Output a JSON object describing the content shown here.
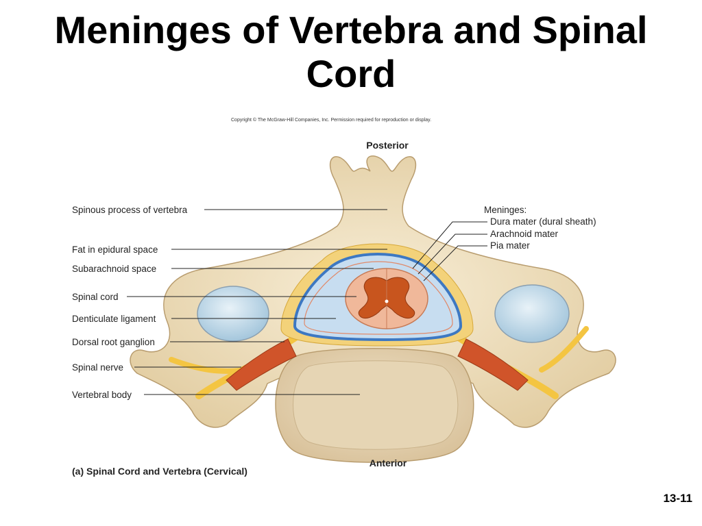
{
  "title": "Meninges of Vertebra and Spinal Cord",
  "copyright": "Copyright © The McGraw-Hill Companies, Inc. Permission required for reproduction or display.",
  "orientation": {
    "top": "Posterior",
    "bottom": "Anterior"
  },
  "left_labels": [
    "Spinous process of vertebra",
    "Fat in epidural space",
    "Subarachnoid space",
    "Spinal cord",
    "Denticulate ligament",
    "Dorsal root ganglion",
    "Spinal nerve",
    "Vertebral body"
  ],
  "meninges": {
    "heading": "Meninges:",
    "items": [
      "Dura mater (dural sheath)",
      "Arachnoid mater",
      "Pia mater"
    ]
  },
  "caption": "(a) Spinal Cord and Vertebra (Cervical)",
  "slide_number": "13-11",
  "colors": {
    "bone": "#f1e3c4",
    "bone_edge": "#b89c6e",
    "fat": "#f3d27a",
    "dura": "#3d78c2",
    "csf": "#c7ddf0",
    "cord": "#f0b89a",
    "gray_matter": "#c8551e",
    "nerve": "#f4c542",
    "artery": "#d0542a",
    "disc": "#bfd8e8"
  }
}
